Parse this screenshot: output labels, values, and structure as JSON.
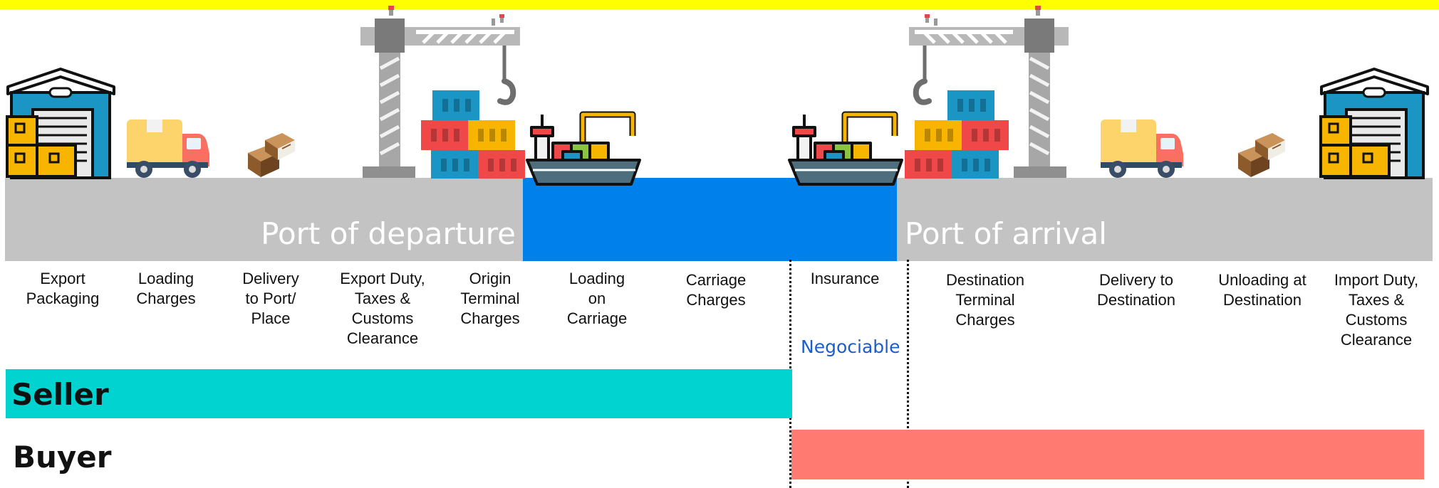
{
  "ports": {
    "departure": "Port of departure",
    "arrival": "Port of arrival"
  },
  "steps": [
    "Export\nPackaging",
    "Loading\nCharges",
    "Delivery\nto Port/\nPlace",
    "Export Duty,\nTaxes &\nCustoms\nClearance",
    "Origin\nTerminal\nCharges",
    "Loading\non\nCarriage",
    "Carriage\nCharges",
    "Insurance",
    "Destination\nTerminal\nCharges",
    "Delivery to\nDestination",
    "Unloading at\nDestination",
    "Import Duty,\nTaxes &\nCustoms\nClearance"
  ],
  "negotiable": "Negociable",
  "parties": {
    "seller": "Seller",
    "buyer": "Buyer"
  },
  "colors": {
    "banner": "#ffff00",
    "ground": "#c3c3c3",
    "water": "#0080ea",
    "seller": "#00d3d0",
    "buyer": "#ff7b72",
    "negotiable_text": "#1a5fc9"
  },
  "icons": [
    "warehouse-icon",
    "delivery-truck-icon",
    "parcel-icon",
    "port-crane-icon",
    "containers-icon",
    "cargo-ship-icon"
  ]
}
